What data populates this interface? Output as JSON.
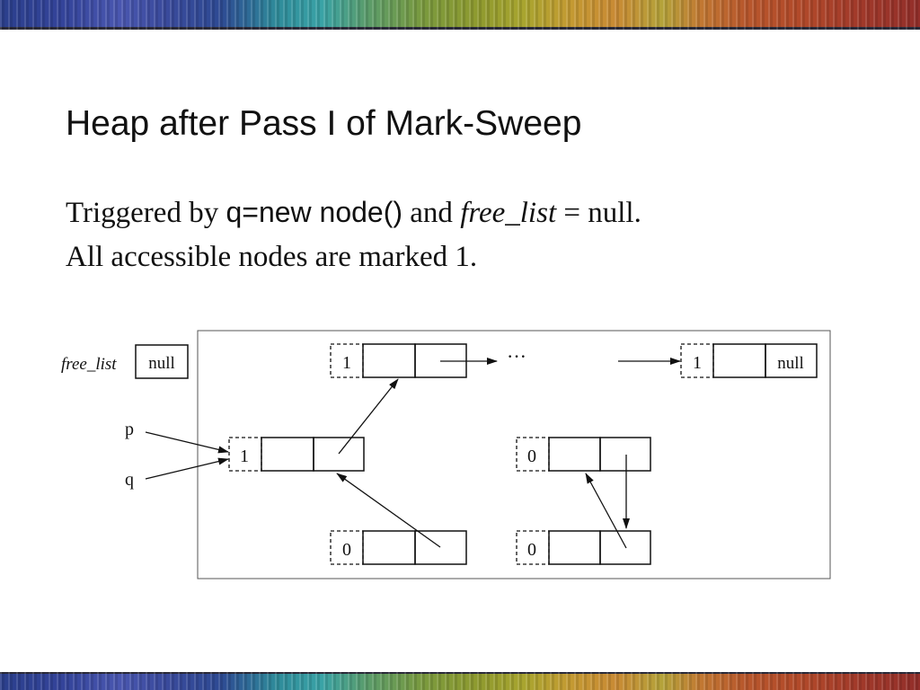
{
  "slide": {
    "title": "Heap after Pass I of Mark-Sweep",
    "line1": {
      "prefix": "Triggered by ",
      "code": "q=new node()",
      "mid": " and ",
      "italic": "free_list",
      "suffix": " = null."
    },
    "line2": "All accessible nodes are marked 1."
  },
  "diagram": {
    "free_list_label": "free_list",
    "free_list_value": "null",
    "pointer_p": "p",
    "pointer_q": "q",
    "ellipsis": "···",
    "nodes": {
      "top_middle": {
        "mark": "1"
      },
      "top_right": {
        "mark": "1",
        "value": "null"
      },
      "middle_left": {
        "mark": "1"
      },
      "middle_right": {
        "mark": "0"
      },
      "bottom_middle": {
        "mark": "0"
      },
      "bottom_right": {
        "mark": "0"
      }
    }
  },
  "colors": {
    "ink": "#111111",
    "background": "#ffffff"
  }
}
